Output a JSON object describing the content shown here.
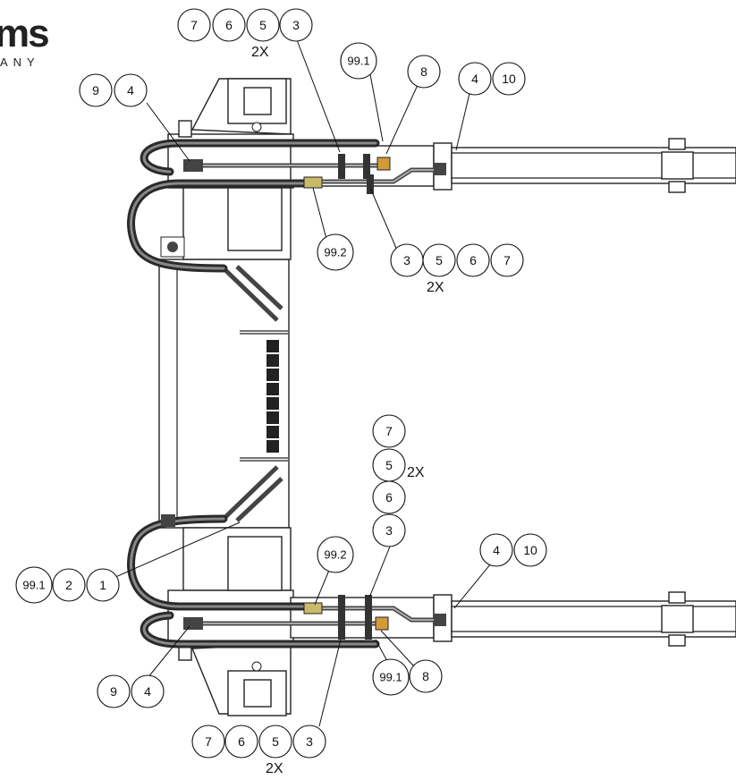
{
  "logo": {
    "main": "ms",
    "sub": "ANY"
  },
  "quantities": {
    "top_left_group": "2X",
    "top_right_group": "2X",
    "middle_group": "2X",
    "bottom_group": "2X"
  },
  "balloons": {
    "top_7": "7",
    "top_6": "6",
    "top_5": "5",
    "top_3": "3",
    "top_99_1": "99.1",
    "top_8": "8",
    "top_4r": "4",
    "top_10": "10",
    "top_9": "9",
    "top_4l": "4",
    "top_99_2": "99.2",
    "mid_r_3": "3",
    "mid_r_5": "5",
    "mid_r_6": "6",
    "mid_r_7": "7",
    "col_7": "7",
    "col_5": "5",
    "col_6": "6",
    "col_3": "3",
    "bot_99_2": "99.2",
    "bot_4r": "4",
    "bot_10": "10",
    "bot_99_1l": "99.1",
    "bot_2": "2",
    "bot_1": "1",
    "bot_9": "9",
    "bot_4l": "4",
    "bot_8": "8",
    "bot_99_1r": "99.1",
    "bot_7": "7",
    "bot_6": "6",
    "bot_5": "5",
    "bot_3": "3"
  }
}
